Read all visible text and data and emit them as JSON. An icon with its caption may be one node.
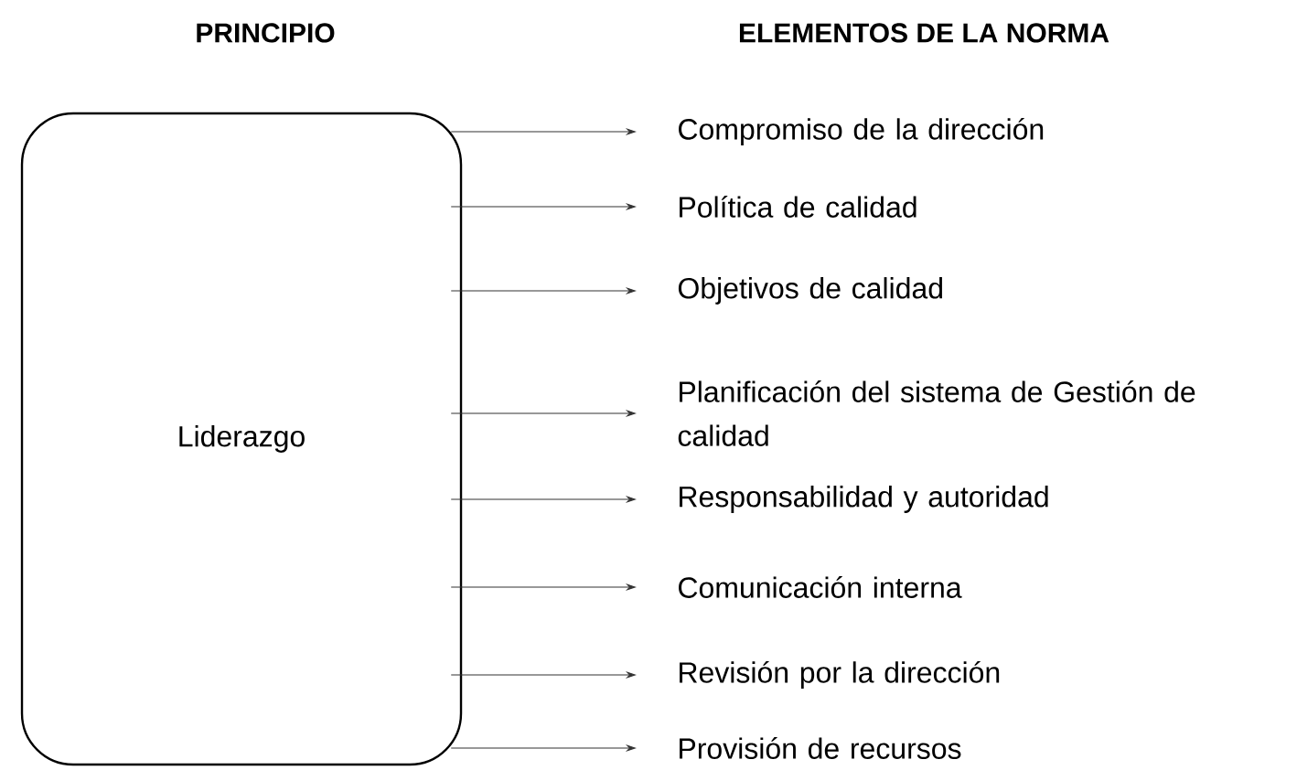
{
  "diagram": {
    "nodes": [
      {
        "text": [
          "Liderazgo"
        ]
      },
      {
        "text": [
          "Compromiso de la dirección"
        ]
      },
      {
        "text": [
          "Política de calidad"
        ]
      },
      {
        "text": [
          "Objetivos de calidad"
        ]
      },
      {
        "text": [
          "Planificación del sistema de Gestión de calidad"
        ]
      },
      {
        "text": [
          "Responsabilidad y autoridad"
        ]
      },
      {
        "text": [
          "Comunicación interna"
        ]
      },
      {
        "text": [
          "Revisión por la dirección"
        ]
      },
      {
        "text": [
          "Provisión de recursos"
        ]
      }
    ],
    "edges": [
      {
        "from": 0,
        "to": 1,
        "arrow": "to"
      },
      {
        "from": 0,
        "to": 2,
        "arrow": "to"
      },
      {
        "from": 0,
        "to": 3,
        "arrow": "to"
      },
      {
        "from": 0,
        "to": 4,
        "arrow": "to"
      },
      {
        "from": 0,
        "to": 5,
        "arrow": "to"
      },
      {
        "from": 0,
        "to": 6,
        "arrow": "to"
      },
      {
        "from": 0,
        "to": 7,
        "arrow": "to"
      },
      {
        "from": 0,
        "to": 8,
        "arrow": "to"
      }
    ],
    "labels": [
      "PRINCIPIO",
      "ELEMENTOS DE LA NORMA"
    ]
  }
}
